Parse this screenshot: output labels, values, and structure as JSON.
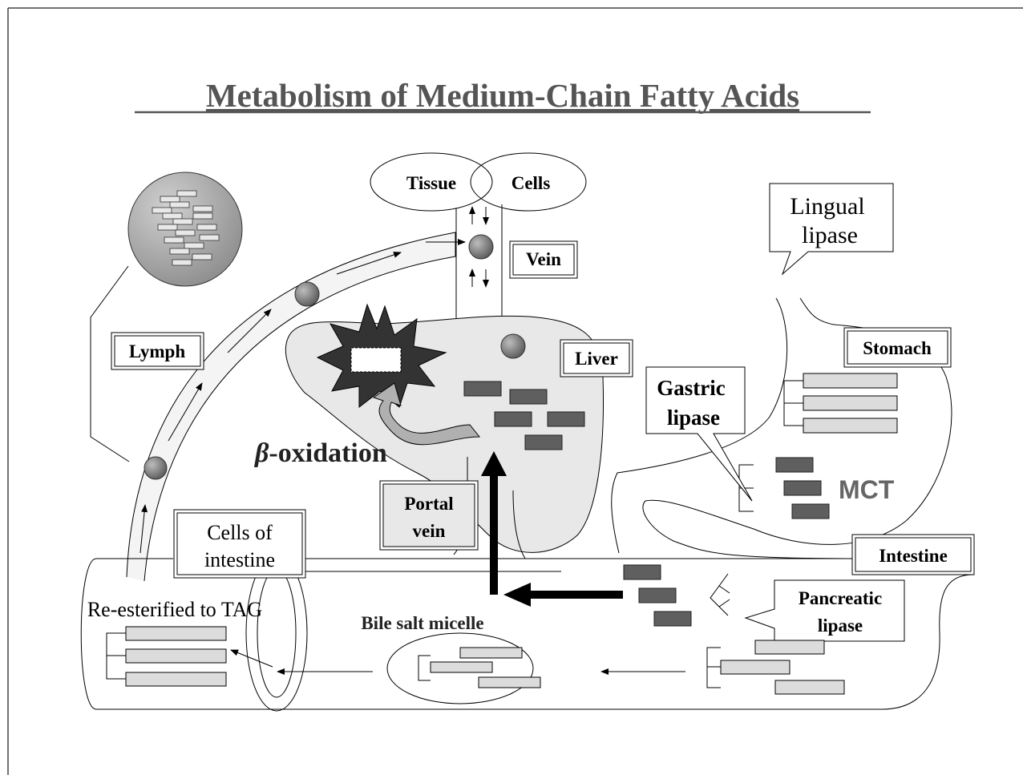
{
  "title": "Metabolism of Medium-Chain Fatty Acids",
  "labels": {
    "tissue": "Tissue",
    "cells": "Cells",
    "vein": "Vein",
    "lymph": "Lymph",
    "liver": "Liver",
    "stomach": "Stomach",
    "lingual_line1": "Lingual",
    "lingual_line2": "lipase",
    "gastric_line1": "Gastric",
    "gastric_line2": "lipase",
    "mct": "MCT",
    "beta_symbol": "β",
    "oxidation": "-oxidation",
    "portal_line1": "Portal",
    "portal_line2": "vein",
    "cells_intestine_line1": "Cells of",
    "cells_intestine_line2": "intestine",
    "intestine": "Intestine",
    "pancreatic_line1": "Pancreatic",
    "pancreatic_line2": "lipase",
    "reesterified": "Re-esterified to TAG",
    "bile_micelle": "Bile salt micelle"
  },
  "colors": {
    "dark_block": "#5f5f5f",
    "light_block": "#dcdcdc",
    "organ_fill": "#e8e8e8",
    "title_color": "#555555"
  }
}
